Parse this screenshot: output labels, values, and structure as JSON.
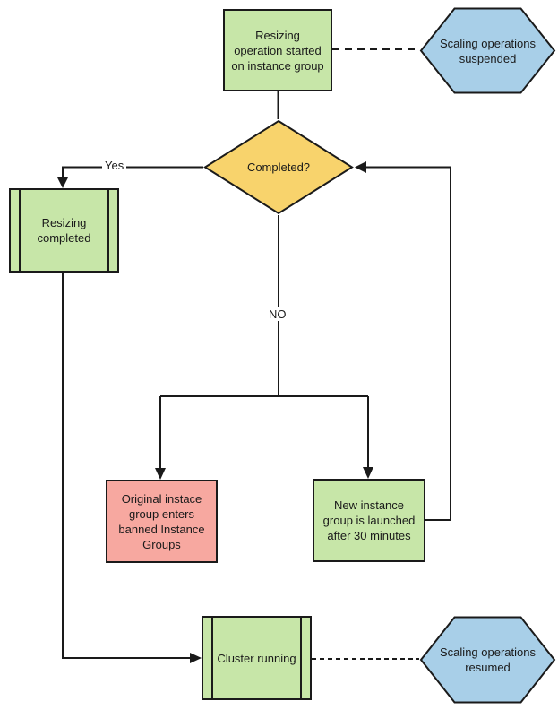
{
  "diagram": {
    "stroke": "#1a1a1a",
    "nodes": {
      "start": {
        "label": "Resizing operation started on instance group",
        "fill": "#c7e6a8"
      },
      "suspended": {
        "label": "Scaling operations suspended",
        "fill": "#a8cfe8"
      },
      "completed": {
        "label": "Completed?",
        "fill": "#f8d36c"
      },
      "resizing_completed": {
        "label": "Resizing completed",
        "fill": "#c7e6a8"
      },
      "banned": {
        "label": "Original instace group enters banned Instance Groups",
        "fill": "#f7a8a0"
      },
      "new_group": {
        "label": "New instance group is launched after 30 minutes",
        "fill": "#c7e6a8"
      },
      "cluster": {
        "label": "Cluster running",
        "fill": "#c7e6a8"
      },
      "resumed": {
        "label": "Scaling operations resumed",
        "fill": "#a8cfe8"
      }
    },
    "edge_labels": {
      "yes": "Yes",
      "no": "NO"
    }
  }
}
